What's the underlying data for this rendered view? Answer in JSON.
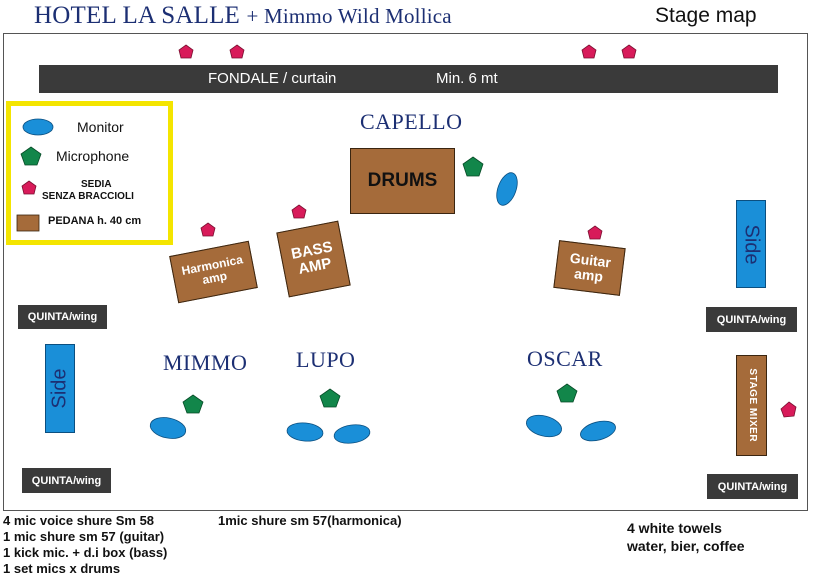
{
  "header": {
    "title_main": "HOTEL LA SALLE",
    "title_sub": "+ Mimmo Wild Mollica",
    "page_label": "Stage map"
  },
  "curtain": {
    "label": "FONDALE / curtain",
    "min": "Min. 6 mt"
  },
  "legend": {
    "monitor": "Monitor",
    "microphone": "Microphone",
    "chair_line1": "SEDIA",
    "chair_line2": "SENZA BRACCIOLI",
    "platform": "PEDANA h. 40 cm"
  },
  "names": {
    "capello": "CAPELLO",
    "mimmo": "MIMMO",
    "lupo": "LUPO",
    "oscar": "OSCAR"
  },
  "equipment": {
    "drums": "DRUMS",
    "harmonica_line1": "Harmonica",
    "harmonica_line2": "amp",
    "bass_line1": "BASS",
    "bass_line2": "AMP",
    "guitar_line1": "Guitar",
    "guitar_line2": "amp",
    "stage_mixer": "STAGE MIXER"
  },
  "wings": {
    "label": "QUINTA/wing"
  },
  "side": {
    "label": "Side"
  },
  "notes": {
    "left": [
      "4 mic voice shure Sm 58",
      "1 mic shure sm 57 (guitar)",
      "1 kick mic. + d.i box (bass)",
      "1 set mics x drums"
    ],
    "middle": "1mic shure sm 57(harmonica)",
    "right": [
      "4 white towels",
      "water, bier, coffee"
    ]
  },
  "colors": {
    "monitor": "#1a8fd8",
    "microphone": "#12864a",
    "chair": "#d81b5a",
    "platform": "#a56b3a",
    "legend_border": "#f4e500",
    "title": "#1c2f73"
  }
}
